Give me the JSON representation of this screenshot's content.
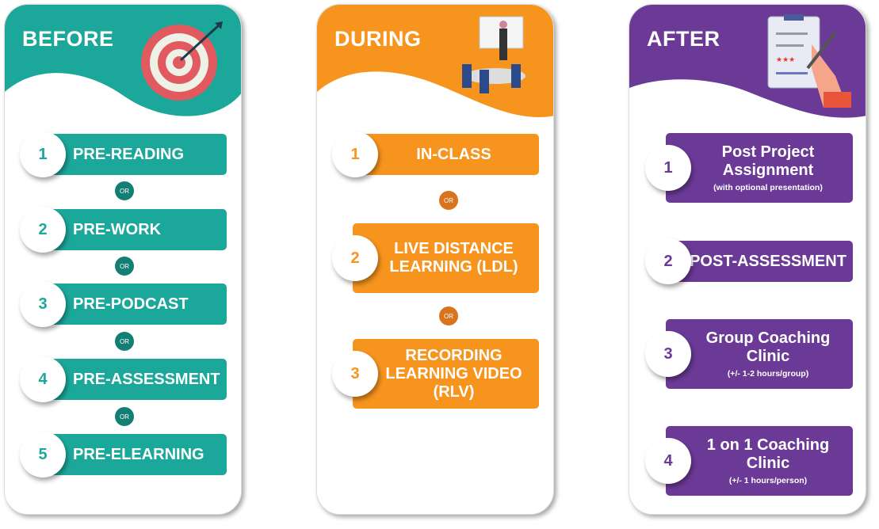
{
  "colors": {
    "before": "#1ba89a",
    "during": "#f7941d",
    "after": "#6b3a96",
    "or_before": "#137f74",
    "or_during": "#d9731e"
  },
  "or_label": "OR",
  "before": {
    "title": "BEFORE",
    "icon": "target-icon",
    "items": [
      {
        "num": "1",
        "label": "PRE-READING"
      },
      {
        "num": "2",
        "label": "PRE-WORK"
      },
      {
        "num": "3",
        "label": "PRE-PODCAST"
      },
      {
        "num": "4",
        "label": "PRE-ASSESSMENT"
      },
      {
        "num": "5",
        "label": "PRE-ELEARNING"
      }
    ]
  },
  "during": {
    "title": "DURING",
    "icon": "meeting-icon",
    "items": [
      {
        "num": "1",
        "label": "IN-CLASS"
      },
      {
        "num": "2",
        "label": "LIVE DISTANCE LEARNING (LDL)"
      },
      {
        "num": "3",
        "label": "RECORDING LEARNING VIDEO (RLV)"
      }
    ]
  },
  "after": {
    "title": "AFTER",
    "icon": "clipboard-icon",
    "items": [
      {
        "num": "1",
        "label": "Post Project Assignment",
        "sub": "(with optional presentation)"
      },
      {
        "num": "2",
        "label": "POST-ASSESSMENT"
      },
      {
        "num": "3",
        "label": "Group Coaching Clinic",
        "sub": "(+/- 1-2 hours/group)"
      },
      {
        "num": "4",
        "label": "1 on 1 Coaching Clinic",
        "sub": "(+/- 1 hours/person)"
      }
    ]
  }
}
